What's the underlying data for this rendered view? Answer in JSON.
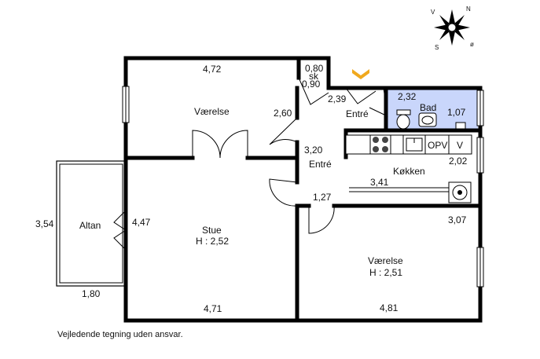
{
  "compass": {
    "n": "N",
    "v": "V",
    "s": "S",
    "o": "ø"
  },
  "rooms": {
    "vaerelse1": {
      "name": "Værelse",
      "width": "4,72",
      "depth": "2,60"
    },
    "stue": {
      "name": "Stue",
      "height": "H : 2,52",
      "width": "4,71",
      "depth": "4,47"
    },
    "altan": {
      "name": "Altan",
      "depth": "3,54",
      "width": "1,80"
    },
    "skab": {
      "name": "sk",
      "w": "0,80",
      "d": "0,90"
    },
    "entre_top": {
      "name": "Entré",
      "dim": "2,39"
    },
    "bad": {
      "name": "Bad",
      "w": "2,32",
      "d": "1,07"
    },
    "entre_mid": {
      "name": "Entré",
      "dim": "3,20"
    },
    "koekken": {
      "name": "Køkken",
      "w": "3,41",
      "d": "2,02",
      "opv": "OPV",
      "v": "V"
    },
    "gang": {
      "dim": "1,27"
    },
    "vaerelse2": {
      "name": "Værelse",
      "height": "H : 2,51",
      "width": "4,81",
      "depth": "3,07"
    }
  },
  "colors": {
    "bath_fill": "#c9d6fb",
    "entrance_marker": "#f0a91e",
    "wall": "#000000"
  },
  "disclaimer": "Vejledende tegning uden ansvar."
}
